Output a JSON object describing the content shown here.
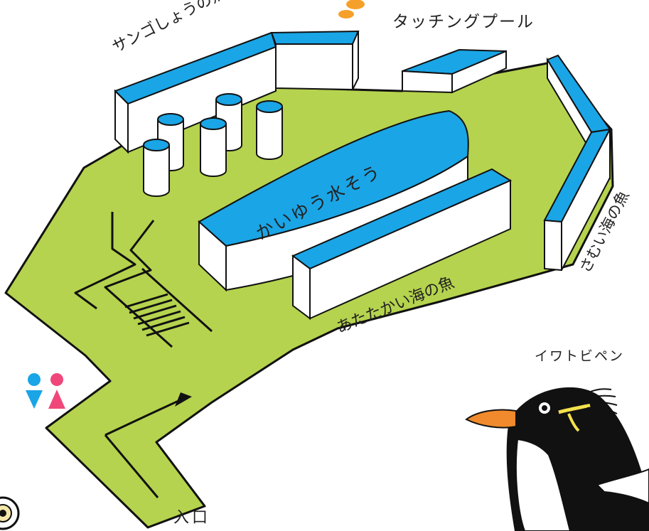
{
  "labels": {
    "coral_fish": "サンゴしょうの魚",
    "touching_pool": "タッチングプール",
    "cold_sea_fish": "さむい海の魚",
    "migratory_tank": "かいゆう水そう",
    "warm_sea_fish": "あたたかい海の魚",
    "rockhopper_penguin": "イワトビペン",
    "entrance": "入口"
  },
  "icons": [
    "restroom-icon",
    "direction-arrow-icon",
    "stairs-icon",
    "penguin-illustration"
  ],
  "colors": {
    "floor": "#B5D34E",
    "water": "#1AA5E6",
    "wall": "#ffffff",
    "outline": "#111111",
    "restroom_male": "#1AA5E6",
    "restroom_female": "#F0477A",
    "penguin_beak": "#F08A2C",
    "penguin_crest": "#F4E24C"
  }
}
